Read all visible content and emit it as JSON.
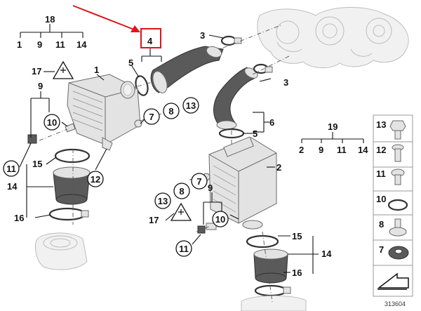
{
  "diagram": {
    "figure_number": "313604",
    "highlighted_label": "4",
    "highlight_color": "#e0141e",
    "labels": {
      "group_top": "18",
      "group_top_items": [
        "1",
        "9",
        "11",
        "14"
      ],
      "group_right": "19",
      "group_right_items": [
        "2",
        "9",
        "11",
        "14"
      ],
      "p1": "1",
      "p2": "2",
      "p3a": "3",
      "p3b": "3",
      "p5a": "5",
      "p5b": "5",
      "p6": "6",
      "p7a": "7",
      "p8a": "8",
      "p13a": "13",
      "p7b": "7",
      "p8b": "8",
      "p13b": "13",
      "p9a": "9",
      "p9b": "9",
      "p10a": "10",
      "p10b": "10",
      "p11a": "11",
      "p11b": "11",
      "p12": "12",
      "p14a": "14",
      "p14b": "14",
      "p15a": "15",
      "p15b": "15",
      "p16a": "16",
      "p16b": "16",
      "p17a": "17",
      "p17b": "17"
    },
    "legend": [
      "13",
      "12",
      "11",
      "10",
      "8",
      "7"
    ]
  }
}
